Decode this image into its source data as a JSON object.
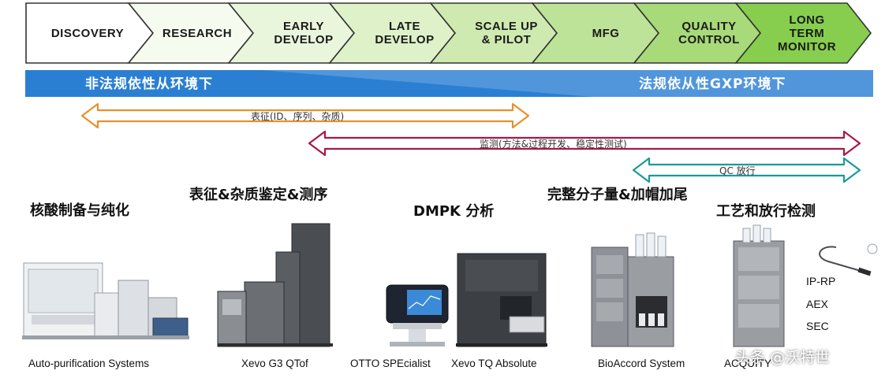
{
  "stages": [
    {
      "label": "DISCOVERY"
    },
    {
      "label": "RESEARCH"
    },
    {
      "label": "EARLY\nDEVELOP"
    },
    {
      "label": "LATE\nDEVELOP"
    },
    {
      "label": "SCALE UP\n& PILOT"
    },
    {
      "label": "MFG"
    },
    {
      "label": "QUALITY\nCONTROL"
    },
    {
      "label": "LONG\nTERM\nMONITOR"
    }
  ],
  "regulatory_band": {
    "non_regulated": "非法规依性从环境下",
    "regulated": "法规依从性GXP环境下",
    "color": "#2a7fd4"
  },
  "arrows": [
    {
      "label": "表征(ID、序列、杂质)",
      "color": "#e8902a"
    },
    {
      "label": "监测(方法&过程开发、稳定性测试)",
      "color": "#a8174a"
    },
    {
      "label": "QC 放行",
      "color": "#1a9a9a"
    }
  ],
  "sections": [
    {
      "title": "核酸制备与纯化"
    },
    {
      "title": "表征&杂质鉴定&测序"
    },
    {
      "title": "DMPK 分析"
    },
    {
      "title": "完整分子量&加帽加尾"
    },
    {
      "title": "工艺和放行检测"
    }
  ],
  "instruments": [
    {
      "name": "Auto-purification Systems"
    },
    {
      "name": "Xevo G3 QTof"
    },
    {
      "name": "OTTO SPEcialist"
    },
    {
      "name": "Xevo TQ Absolute"
    },
    {
      "name": "BioAccord System"
    },
    {
      "name": "ACQUITY"
    }
  ],
  "modes": [
    "IP-RP",
    "AEX",
    "SEC"
  ],
  "watermark": "头条 @沃特世",
  "colors": {
    "chevron_light": "#f2f9e6",
    "chevron_dark": "#7ccd3e"
  }
}
